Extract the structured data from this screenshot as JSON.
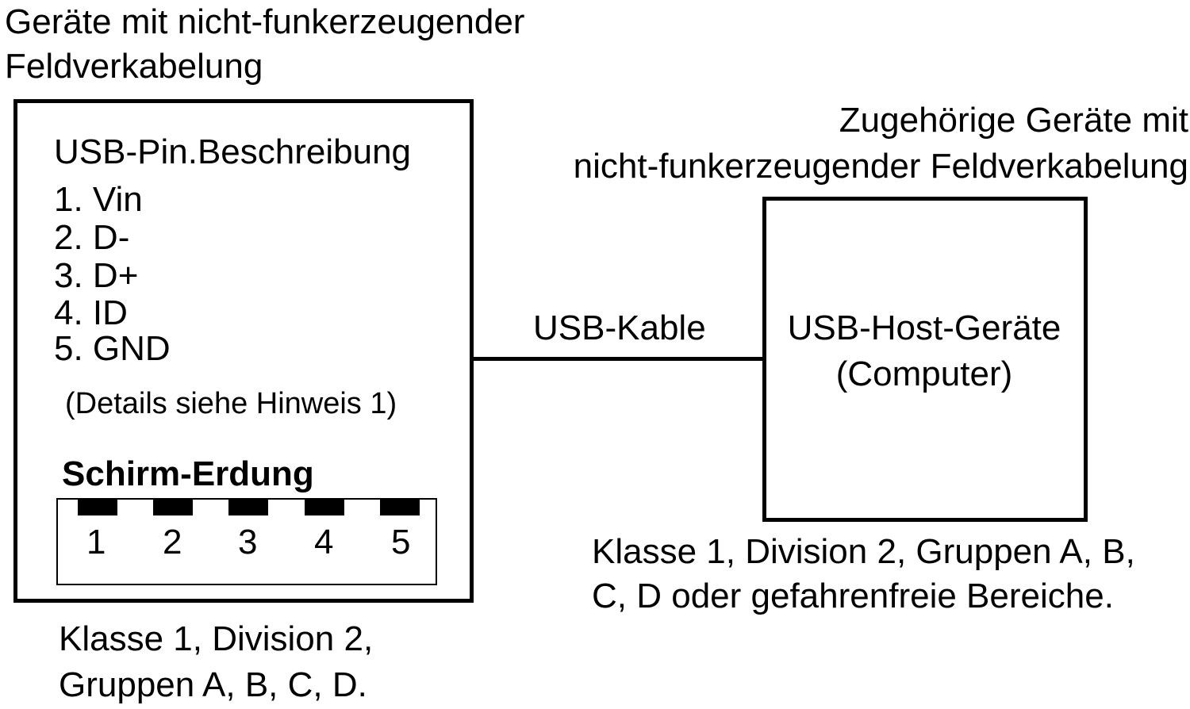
{
  "left_device": {
    "title_line1": "Geräte mit nicht-funkerzeugender",
    "title_line2": "Feldverkabelung",
    "pin_heading": "USB-Pin.Beschreibung",
    "pins": [
      "1. Vin",
      "2. D-",
      "3. D+",
      "4. ID",
      "5. GND"
    ],
    "details_note": "(Details siehe Hinweis 1)",
    "shield_label": "Schirm-Erdung",
    "connector_pins": [
      "1",
      "2",
      "3",
      "4",
      "5"
    ],
    "area_line1": "Klasse 1, Division 2,",
    "area_line2": "Gruppen A, B, C, D."
  },
  "cable": {
    "label": "USB-Kable"
  },
  "right_device": {
    "title_line1": "Zugehörige Geräte mit",
    "title_line2": "nicht-funkerzeugender Feldverkabelung",
    "host_line1": "USB-Host-Geräte",
    "host_line2": "(Computer)",
    "area_line1": "Klasse 1, Division 2, Gruppen A, B,",
    "area_line2": "C, D oder gefahrenfreie Bereiche."
  }
}
